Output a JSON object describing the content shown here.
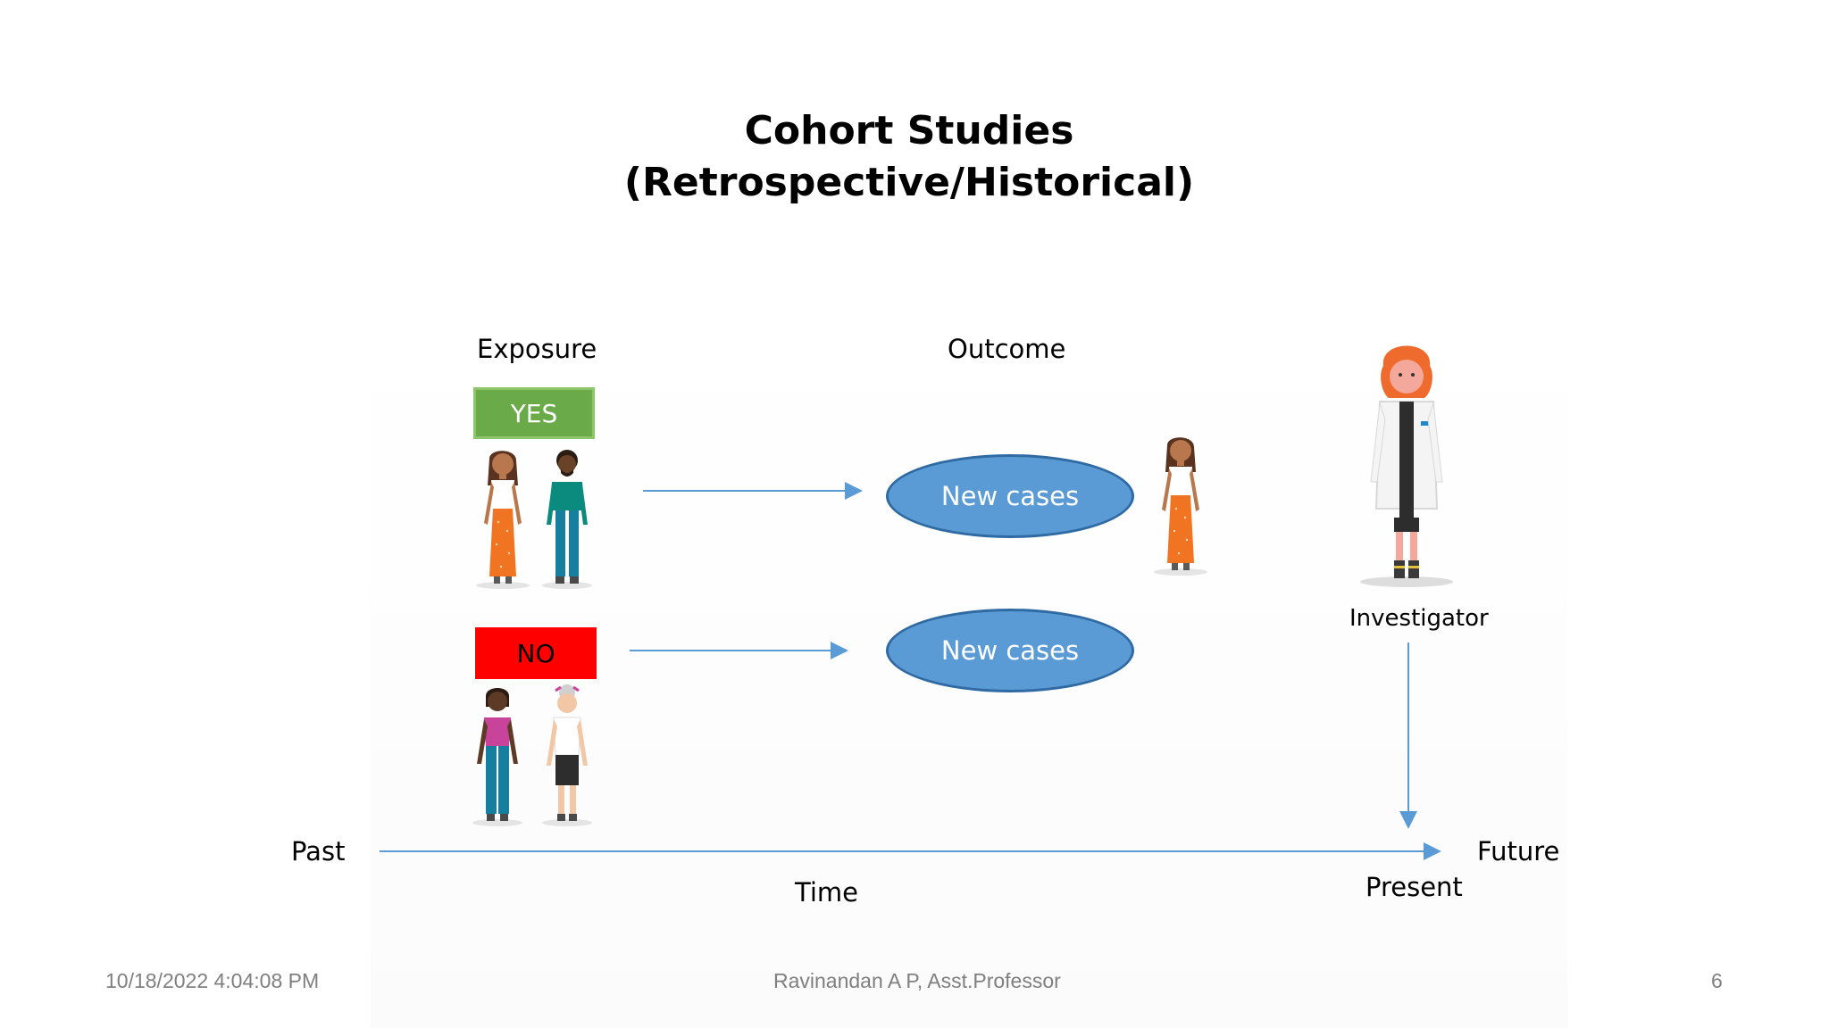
{
  "title": {
    "line1": "Cohort Studies",
    "line2": "(Retrospective/Historical)"
  },
  "headers": {
    "exposure": "Exposure",
    "outcome": "Outcome"
  },
  "groups": {
    "yes_label": "YES",
    "no_label": "NO"
  },
  "outcomes": {
    "new_cases_1": "New cases",
    "new_cases_2": "New cases"
  },
  "investigator": {
    "label": "Investigator"
  },
  "timeline": {
    "past": "Past",
    "future": "Future",
    "time": "Time",
    "present": "Present"
  },
  "footer": {
    "date": "10/18/2022 4:04:08 PM",
    "author": "Ravinandan A P, Asst.Professor",
    "page": "6"
  },
  "colors": {
    "yes_box": "#6aaa48",
    "no_box": "#ff0000",
    "ellipse": "#5b9bd5",
    "arrow": "#5b9bd5"
  }
}
